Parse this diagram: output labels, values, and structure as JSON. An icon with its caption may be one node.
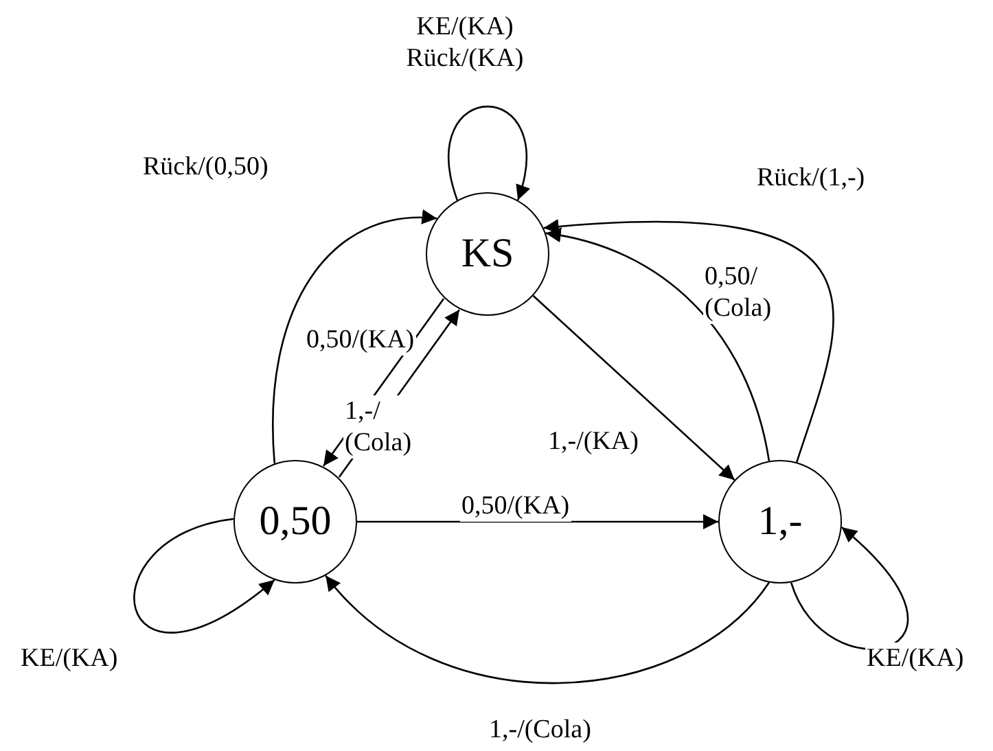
{
  "diagram": {
    "nodes": [
      {
        "text": [
          "KS"
        ]
      },
      {
        "text": [
          "0,50"
        ]
      },
      {
        "text": [
          "1,-"
        ]
      }
    ],
    "edges": [
      {
        "from": 0,
        "to": 0,
        "arrow": "to",
        "label": "KE/(KA) Rück/(KA)"
      },
      {
        "from": 1,
        "to": 0,
        "arrow": "to",
        "label": "Rück/(0,50)"
      },
      {
        "from": 0,
        "to": 1,
        "arrow": "to",
        "label": "0,50/(KA)"
      },
      {
        "from": 1,
        "to": 0,
        "arrow": "to",
        "label": "1,-/ (Cola)"
      },
      {
        "from": 0,
        "to": 2,
        "arrow": "to",
        "label": "1,-/(KA)"
      },
      {
        "from": 1,
        "to": 2,
        "arrow": "to",
        "label": "0,50/(KA)"
      },
      {
        "from": 2,
        "to": 0,
        "arrow": "to",
        "label": "0,50/ (Cola)"
      },
      {
        "from": 2,
        "to": 0,
        "arrow": "to",
        "label": "Rück/(1,-)"
      },
      {
        "from": 2,
        "to": 1,
        "arrow": "to",
        "label": "1,-/(Cola)"
      },
      {
        "from": 1,
        "to": 1,
        "arrow": "to",
        "label": "KE/(KA)"
      },
      {
        "from": 2,
        "to": 2,
        "arrow": "to",
        "label": "KE/(KA)"
      }
    ]
  }
}
